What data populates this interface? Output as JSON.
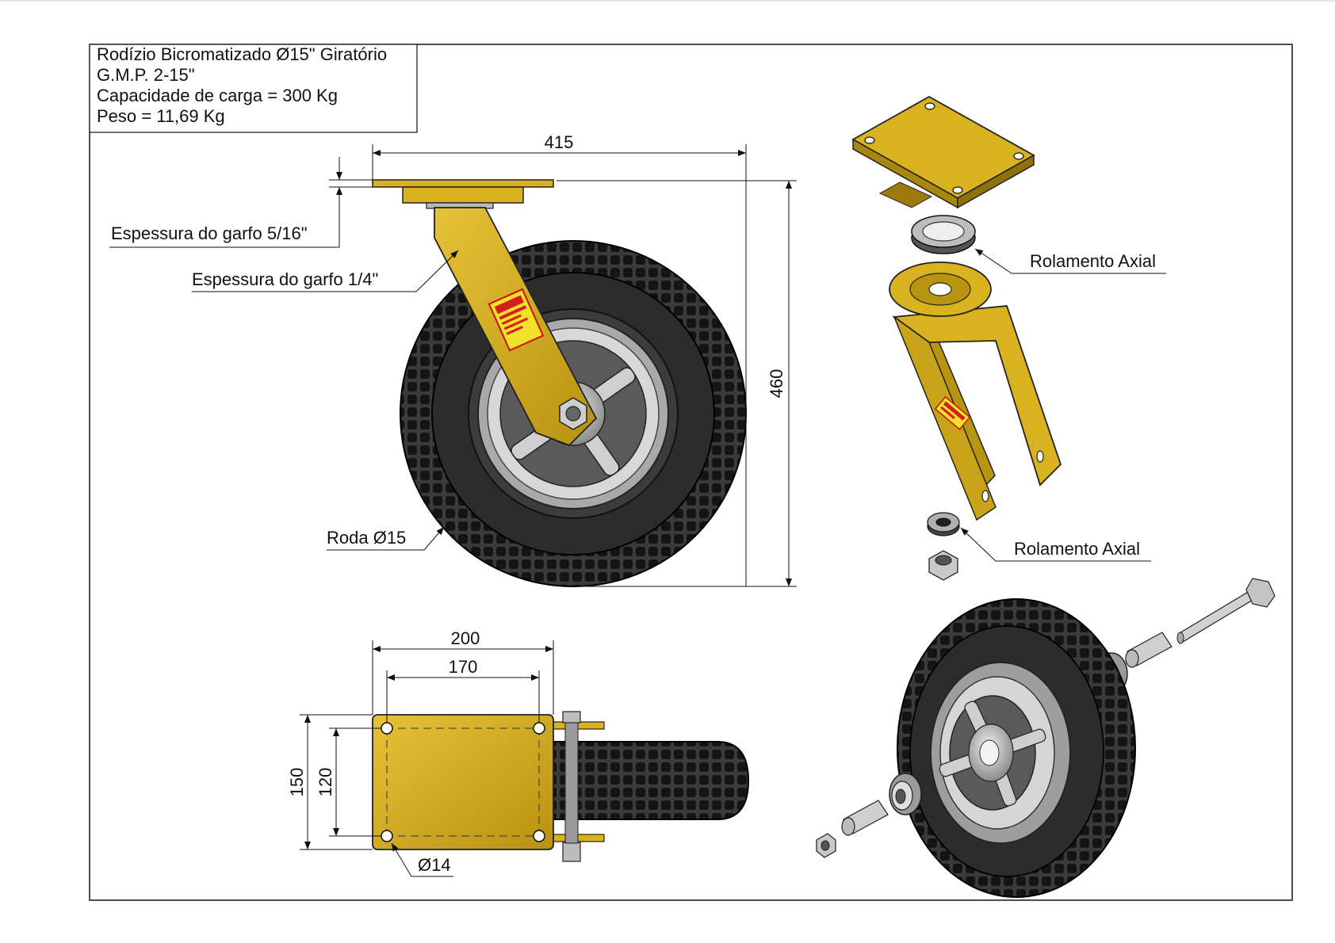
{
  "title_block": {
    "line1": "Rodízio Bicromatizado Ø15\" Giratório",
    "line2": "G.M.P. 2-15\"",
    "line3": "Capacidade de carga = 300 Kg",
    "line4": "Peso = 11,69 Kg"
  },
  "dimensions": {
    "width_415": "415",
    "height_460": "460",
    "plate_200": "200",
    "plate_170": "170",
    "plate_150": "150",
    "plate_120": "120",
    "hole_d14": "Ø14"
  },
  "labels": {
    "plate_thickness": "Espessura do garfo 5/16\"",
    "fork_thickness": "Espessura do garfo 1/4\"",
    "wheel": "Roda Ø15",
    "bearing_top": "Rolamento Axial",
    "bearing_bottom": "Rolamento Axial"
  },
  "colors": {
    "fork_yellow": "#d9b21f",
    "fork_dark": "#a8860f",
    "tire": "#2a2a2a",
    "tread": "#151515",
    "hub": "#b9b9b9"
  }
}
